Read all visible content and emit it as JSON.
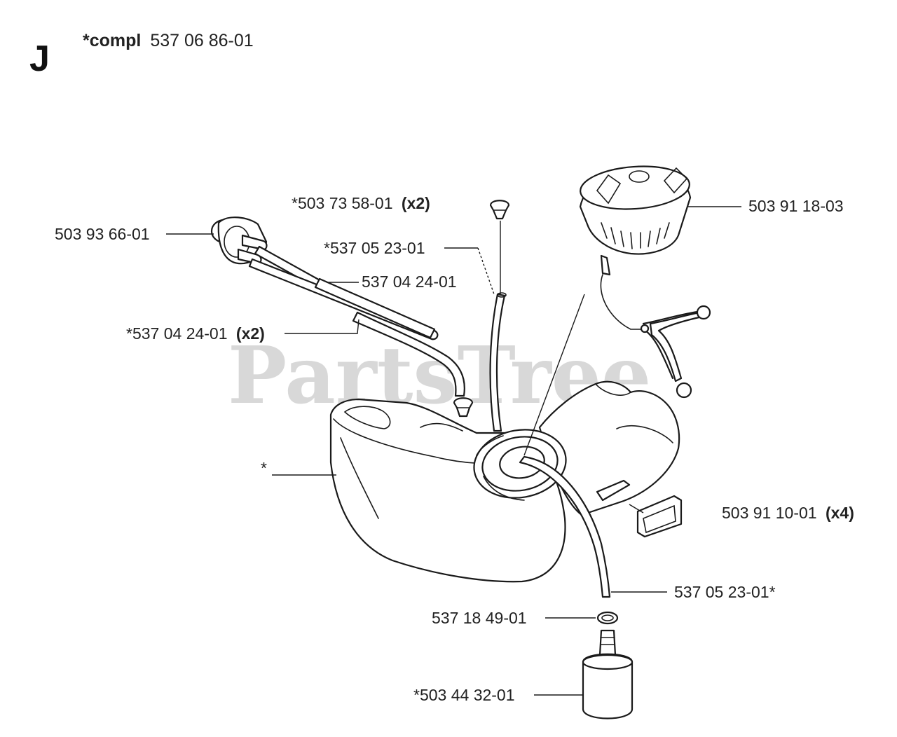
{
  "header": {
    "section_letter": "J",
    "assembly_prefix": "*compl",
    "assembly_number": "537 06 86-01"
  },
  "watermark": "PartsTree",
  "callouts": [
    {
      "id": "tank",
      "number": "*",
      "qty": ""
    },
    {
      "id": "cap",
      "number": "503 91 18-03",
      "qty": ""
    },
    {
      "id": "grommet-top",
      "number": "*503 73 58-01",
      "qty": "(x2)"
    },
    {
      "id": "primer-bulb",
      "number": "503 93 66-01",
      "qty": ""
    },
    {
      "id": "return-hose-top",
      "number": "*537 05 23-01",
      "qty": ""
    },
    {
      "id": "hose-single",
      "number": "537 04 24-01",
      "qty": ""
    },
    {
      "id": "hose-pair",
      "number": "*537 04 24-01",
      "qty": "(x2)"
    },
    {
      "id": "damper",
      "number": "503 91 10-01",
      "qty": "(x4)"
    },
    {
      "id": "fuel-hose",
      "number": "537 05 23-01*",
      "qty": ""
    },
    {
      "id": "o-ring",
      "number": "537 18 49-01",
      "qty": ""
    },
    {
      "id": "fuel-filter",
      "number": "*503 44 32-01",
      "qty": ""
    }
  ],
  "icons": {
    "tank": "fuel-tank-icon",
    "cap": "fuel-cap-icon",
    "primer": "primer-bulb-icon",
    "filter": "fuel-filter-icon"
  },
  "colors": {
    "line": "#1a1a1a",
    "text": "#222222",
    "watermark": "#cfcfcf",
    "background": "#ffffff"
  }
}
